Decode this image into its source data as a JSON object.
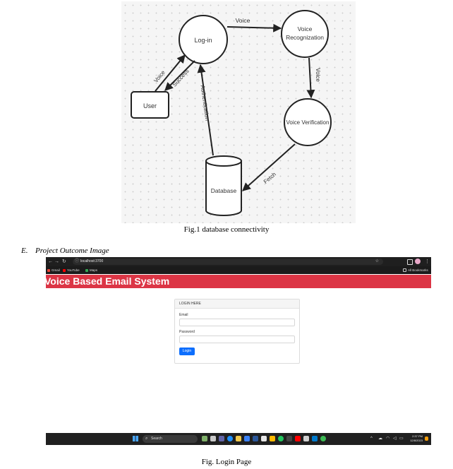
{
  "diagram": {
    "nodes": {
      "login": "Log-in",
      "voice_recognition": [
        "Voice",
        "Recognization"
      ],
      "user": "User",
      "voice_verification": "Voice Verification",
      "database": "Database"
    },
    "edges": {
      "login_to_recognition": "Voice",
      "recognition_to_verification": "Voice",
      "user_to_login": "Voice",
      "login_to_user": "Success",
      "database_to_login": "Authentication",
      "verification_to_database": "Fetch"
    }
  },
  "fig1_caption": "Fig.1 database  connectivity",
  "section": {
    "number": "E.",
    "title": "Project Outcome Image"
  },
  "screenshot": {
    "url": "localhost:3700",
    "bookmarks": [
      "Gmail",
      "YouTube",
      "Maps"
    ],
    "all_bookmarks": "All Bookmarks",
    "app_title": "Voice Based Email System",
    "login": {
      "header": "LOGIN HERE",
      "email_label": "Email",
      "password_label": "Password",
      "button": "Login"
    },
    "taskbar": {
      "search": "Search",
      "time": "2:37 PM",
      "date": "12/8/2023"
    }
  },
  "fig2_caption": "Fig. Login Page"
}
